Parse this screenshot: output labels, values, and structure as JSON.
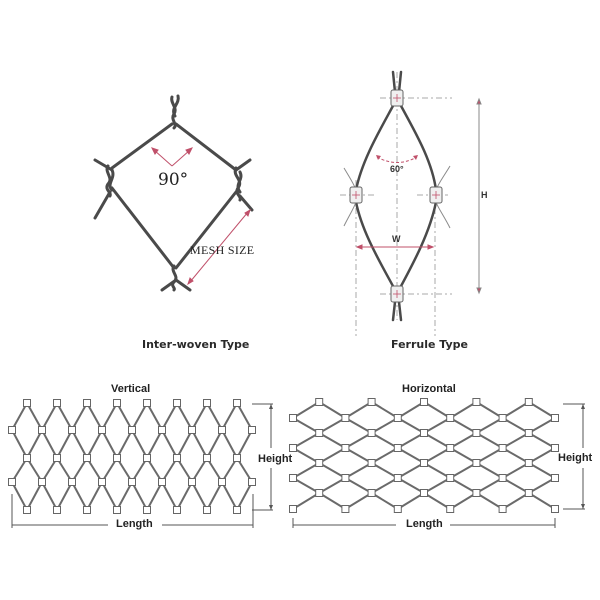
{
  "interwoven": {
    "caption": "Inter-woven Type",
    "angle_label": "90°",
    "mesh_size_label": "MESH SIZE"
  },
  "ferrule": {
    "caption": "Ferrule Type",
    "angle_label": "60°",
    "width_label": "W",
    "height_label": "H"
  },
  "vertical": {
    "title": "Vertical",
    "height_label": "Height",
    "length_label": "Length"
  },
  "horizontal": {
    "title": "Horizontal",
    "height_label": "Height",
    "length_label": "Length"
  },
  "colors": {
    "wire": "#555555",
    "accent_arrow": "#c0506a",
    "dim_line": "#555555",
    "guide_dash": "#999999"
  }
}
